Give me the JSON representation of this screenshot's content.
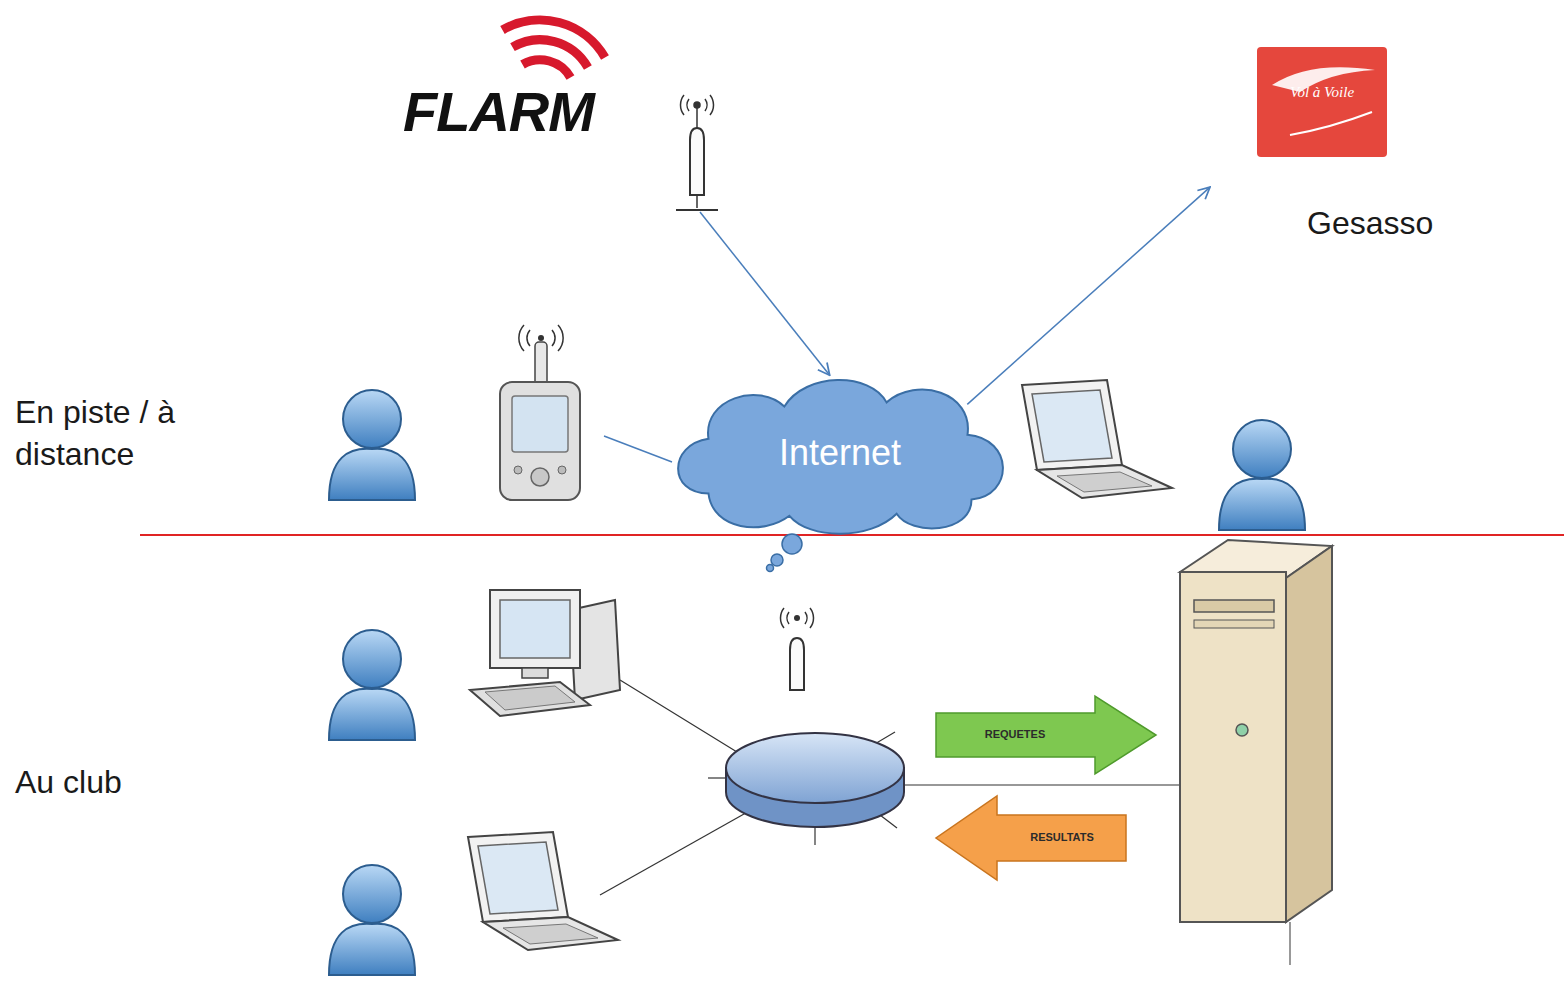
{
  "diagram": {
    "nodes": [
      {
        "text": [
          "FLARM"
        ]
      },
      {
        "text": [
          "Vol à Voile",
          "Gesasso"
        ]
      },
      {
        "text": [
          "Internet"
        ]
      },
      {
        "text": [
          "REQUETES"
        ]
      },
      {
        "text": [
          "RESULTATS"
        ]
      }
    ],
    "edges": [
      {
        "from": 0,
        "to": 2,
        "arrow": "to"
      },
      {
        "from": 2,
        "to": 1,
        "arrow": "to"
      }
    ],
    "labels": [
      "En piste / à distance",
      "Au club"
    ]
  }
}
